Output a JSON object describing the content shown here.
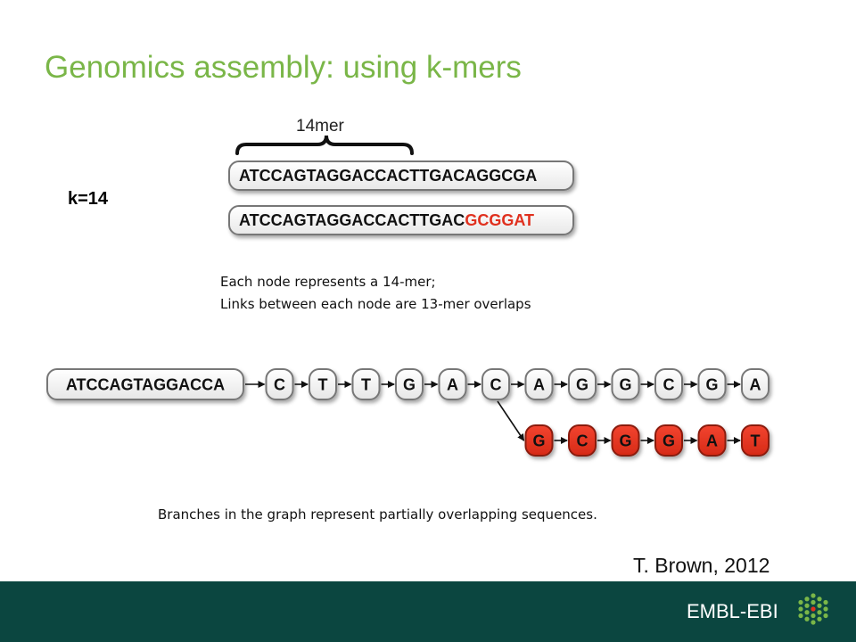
{
  "slide": {
    "title": "Genomics assembly: using k-mers",
    "k_label": "k=14",
    "bracket_label": "14mer",
    "sequence_1": "ATCCAGTAGGACCACTTGACAGGCGA",
    "sequence_2_black": "ATCCAGTAGGACCACTTGAC",
    "sequence_2_red": "GCGGAT",
    "description_line1": "Each node represents a 14-mer;",
    "description_line2": "Links between each node are 13-mer overlaps",
    "caption": "Branches in the graph represent partially overlapping sequences.",
    "citation": "T. Brown, 2012"
  },
  "graph": {
    "start_node": "ATCCAGTAGGACCA",
    "main_chain": [
      "C",
      "T",
      "T",
      "G",
      "A",
      "C",
      "A",
      "G",
      "G",
      "C",
      "G",
      "A"
    ],
    "branch_chain": [
      "G",
      "C",
      "G",
      "G",
      "A",
      "T"
    ],
    "branch_from_index": 5
  },
  "footer": {
    "logo_text": "EMBL-EBI"
  },
  "colors": {
    "title": "#7ab648",
    "highlight": "#e0301e",
    "footer": "#0b4640"
  }
}
